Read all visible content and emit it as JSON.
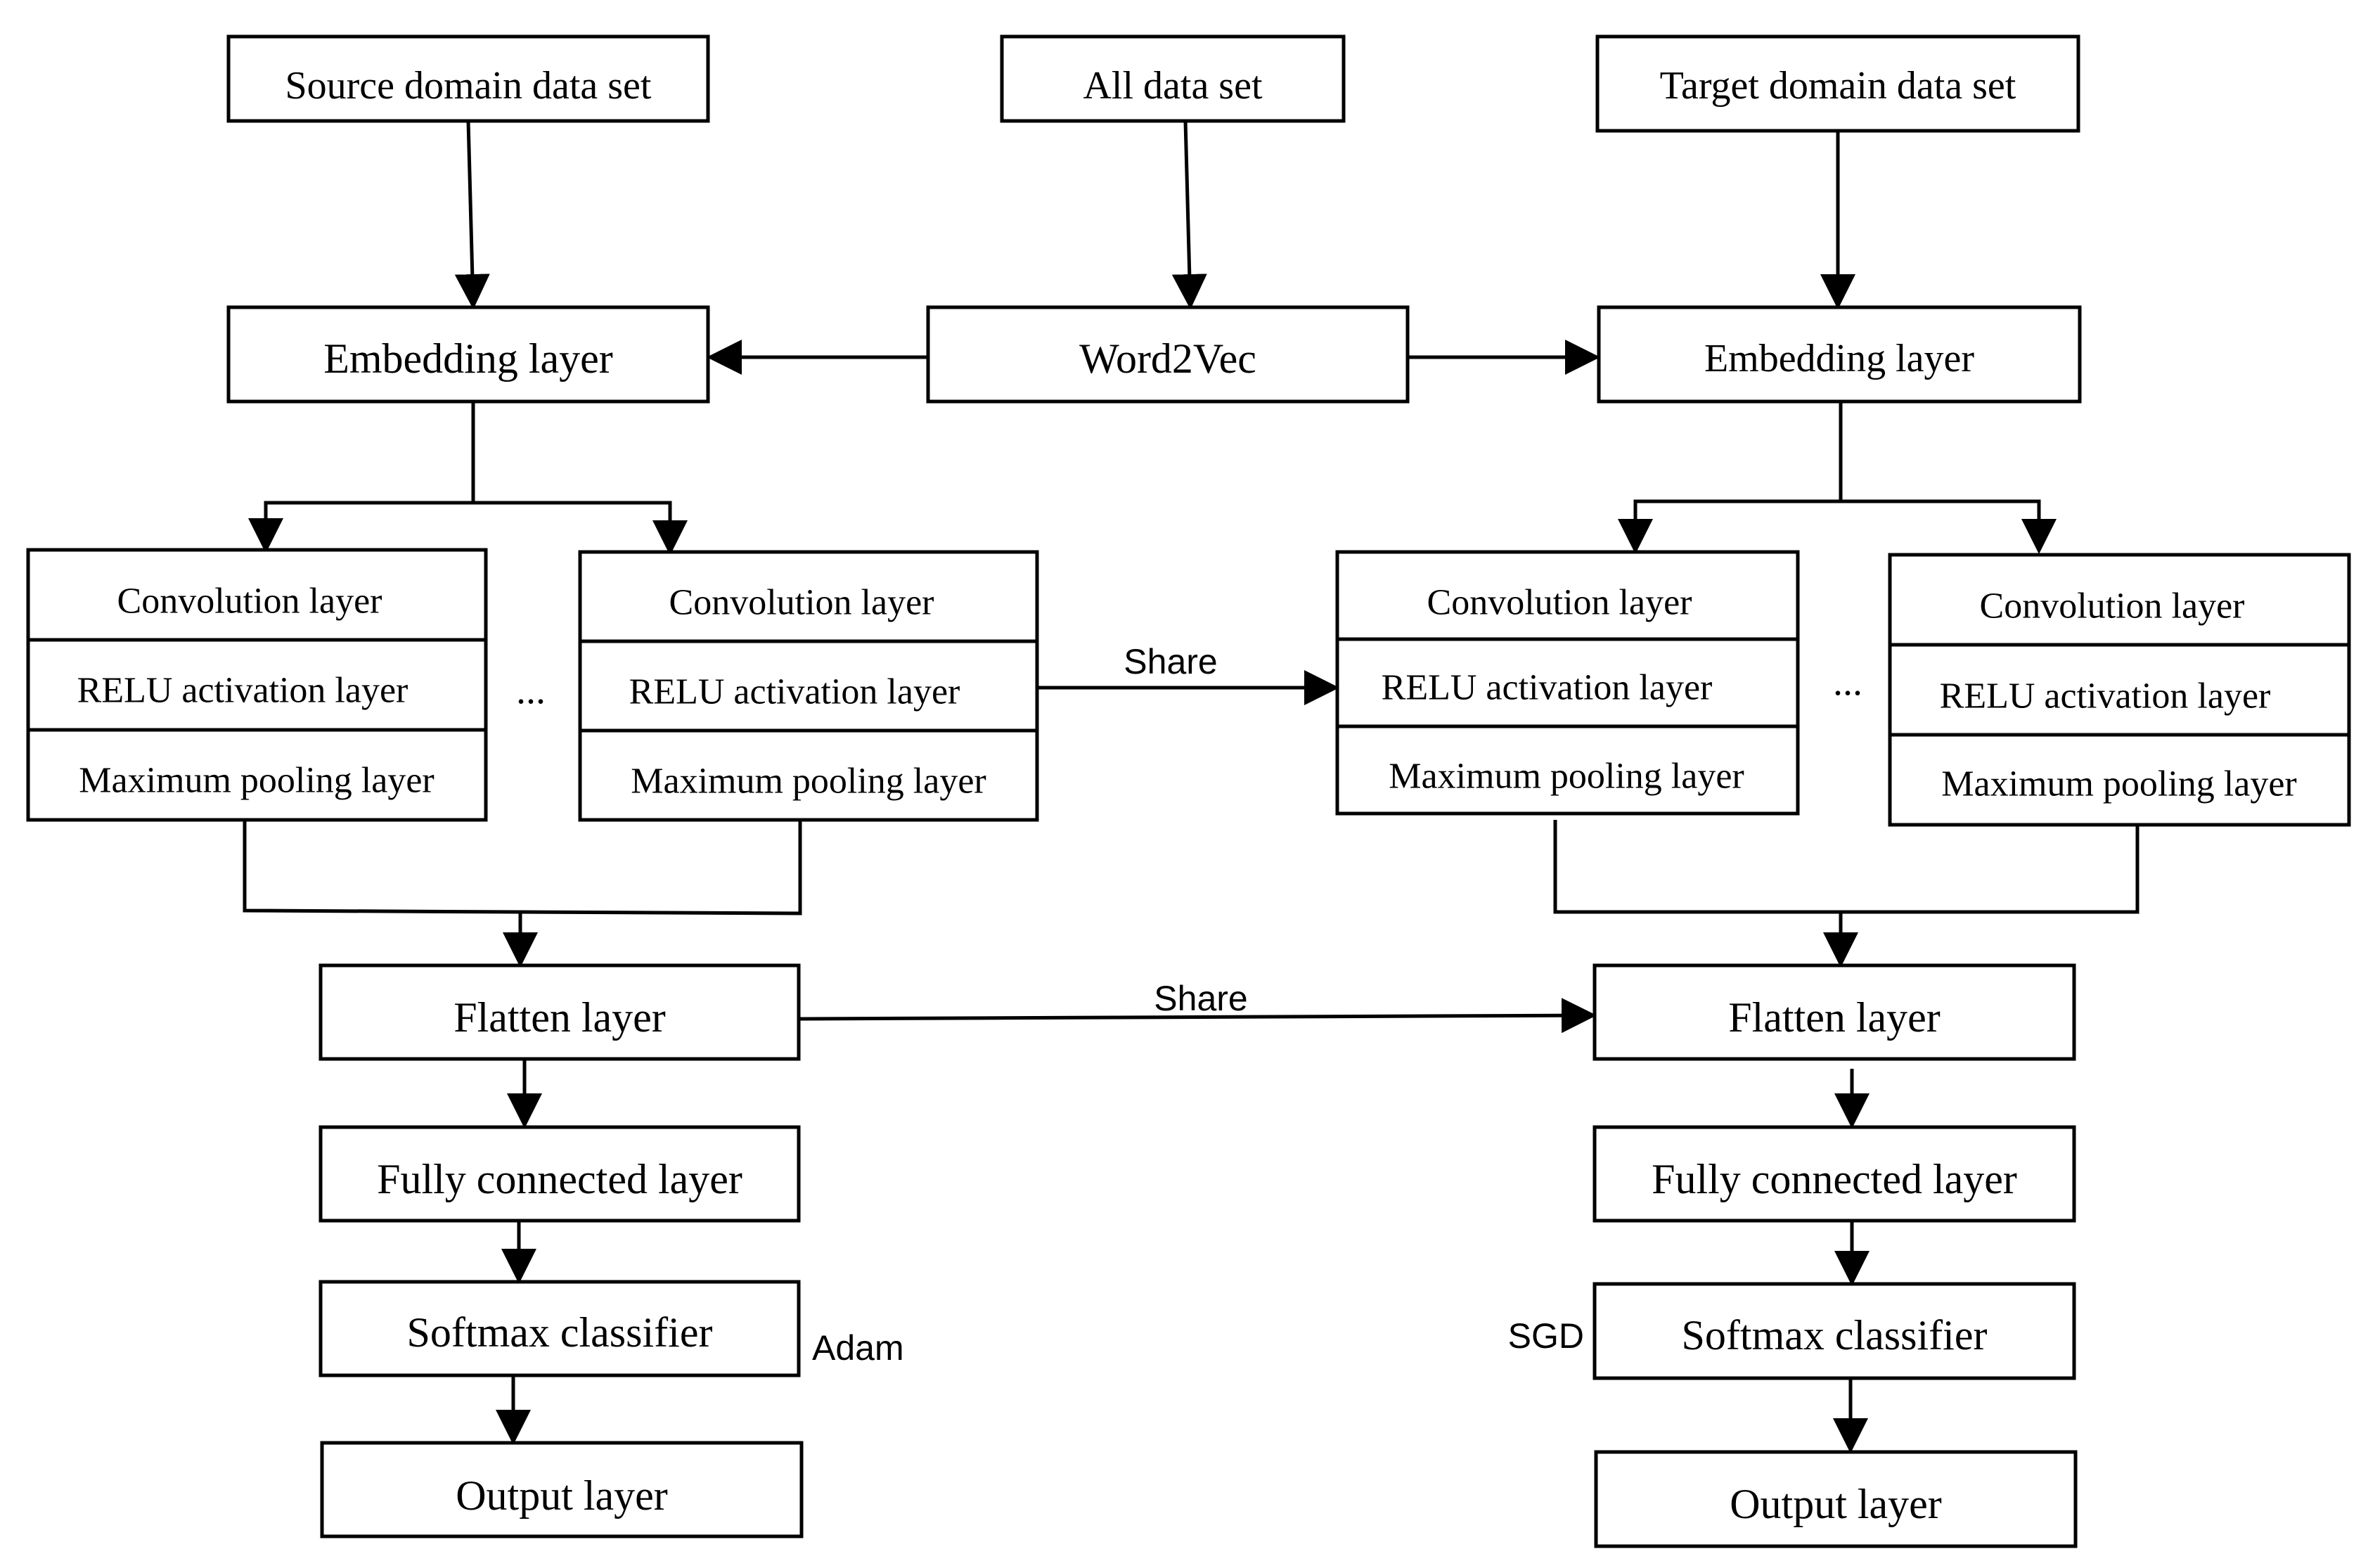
{
  "inputs": {
    "source": "Source domain data set",
    "all": "All data set",
    "target": "Target domain data set"
  },
  "word2vec": "Word2Vec",
  "source_branch": {
    "embedding": "Embedding layer",
    "conv_blocks": [
      {
        "conv": "Convolution layer",
        "relu": "RELU activation layer",
        "pool": "Maximum pooling layer"
      },
      {
        "conv": "Convolution layer",
        "relu": "RELU activation layer",
        "pool": "Maximum pooling layer"
      }
    ],
    "ellipsis": "...",
    "flatten": "Flatten layer",
    "fully_connected": "Fully connected layer",
    "softmax": "Softmax classifier",
    "optimizer": "Adam",
    "output": "Output layer"
  },
  "target_branch": {
    "embedding": "Embedding layer",
    "conv_blocks": [
      {
        "conv": "Convolution layer",
        "relu": "RELU activation layer",
        "pool": "Maximum pooling layer"
      },
      {
        "conv": "Convolution layer",
        "relu": "RELU activation layer",
        "pool": "Maximum pooling layer"
      }
    ],
    "ellipsis": "...",
    "flatten": "Flatten layer",
    "fully_connected": "Fully connected layer",
    "softmax": "Softmax classifier",
    "optimizer": "SGD",
    "output": "Output layer"
  },
  "share_labels": {
    "conv": "Share",
    "flatten": "Share"
  }
}
